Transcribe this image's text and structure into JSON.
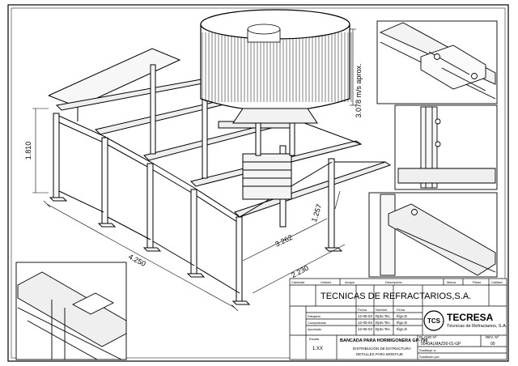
{
  "drawing": {
    "dimensions": {
      "height_frame": "1.810",
      "width_front": "4.250",
      "depth_side": "3.262",
      "depth_2": "2.230",
      "small": "1.257",
      "mixer_height": "3.078 m/s aprox."
    }
  },
  "title_block": {
    "header_cols": [
      "Cantidad",
      "Unidad",
      "Acopio",
      "Descripción",
      "Marca",
      "Plano",
      "Calidad"
    ],
    "company": "TECNICAS DE REFRACTARIOS,S.A.",
    "logo_text": "TECRESA",
    "logo_sub": "Técnicas de Refractarios, S.A.",
    "logo_mark": "TCS",
    "sign_cols": [
      "Fecha",
      "Nombre",
      "Firma"
    ],
    "sign_rows": [
      {
        "label": "Dibujado",
        "date": "12-05-04",
        "name": "Dpto.Tec.",
        "firma": "Ifigo.D"
      },
      {
        "label": "Comprobado",
        "date": "12-05-04",
        "name": "Dpto.Tec.",
        "firma": "Ifigo.D"
      },
      {
        "label": "Aprobado",
        "date": "12-05-04",
        "name": "Dpto.Tec.",
        "firma": "Ifigo.D"
      }
    ],
    "title": "BANCADA PARA HORMIGONERA GP-700",
    "subtitle": "DISTRIBUCION DE ESTRUCTURA",
    "subtitle2": "DETALLES PARA MONTAJE",
    "scale_label": "Escala",
    "scale": "1:XX",
    "plano_label": "PLANO Nº",
    "plano": "0040ALMAZ00-01-GP",
    "rev_label": "REV. Nº",
    "rev": "00",
    "sust_label": "Sustituye a:",
    "sust_por_label": "Sustituido por:"
  }
}
